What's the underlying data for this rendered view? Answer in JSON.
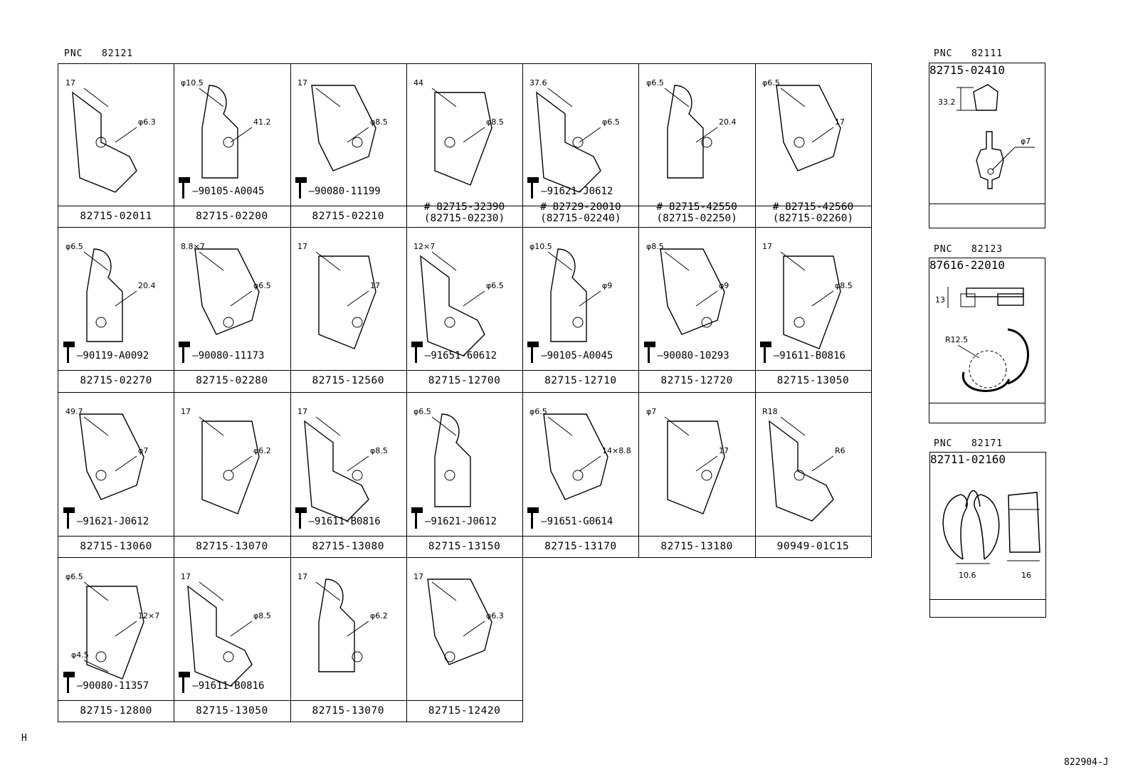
{
  "pnc_main": {
    "prefix": "PNC",
    "code": "82121"
  },
  "pnc_82111": {
    "prefix": "PNC",
    "code": "82111"
  },
  "pnc_82123": {
    "prefix": "PNC",
    "code": "82123"
  },
  "pnc_82171": {
    "prefix": "PNC",
    "code": "82171"
  },
  "rows": [
    [
      {
        "part": "82715-02011",
        "dims": [
          "17",
          "φ6.3"
        ]
      },
      {
        "part": "82715-02200",
        "bolt": "90105-A0045",
        "dims": [
          "φ10.5",
          "41.2"
        ]
      },
      {
        "part": "82715-02210",
        "bolt": "90080-11199",
        "dims": [
          "17",
          "φ8.5"
        ]
      },
      {
        "part": "# 82715-32390",
        "alt": "(82715-02230)",
        "dims": [
          "44",
          "φ8.5"
        ]
      },
      {
        "part": "# 82729-20010",
        "alt": "(82715-02240)",
        "bolt": "91621-J0612",
        "dims": [
          "37.6",
          "φ6.5"
        ]
      },
      {
        "part": "# 82715-42550",
        "alt": "(82715-02250)",
        "dims": [
          "φ6.5",
          "20.4"
        ]
      },
      {
        "part": "# 82715-42560",
        "alt": "(82715-02260)",
        "dims": [
          "φ6.5",
          "17"
        ]
      }
    ],
    [
      {
        "part": "82715-02270",
        "bolt": "90119-A0092",
        "dims": [
          "φ6.5",
          "20.4"
        ]
      },
      {
        "part": "82715-02280",
        "bolt": "90080-11173",
        "dims": [
          "8.8×7",
          "φ6.5"
        ]
      },
      {
        "part": "82715-12560",
        "dims": [
          "17",
          "17"
        ]
      },
      {
        "part": "82715-12700",
        "bolt": "91651-60612",
        "dims": [
          "12×7",
          "φ6.5"
        ]
      },
      {
        "part": "82715-12710",
        "bolt": "90105-A0045",
        "dims": [
          "φ10.5",
          "φ9"
        ]
      },
      {
        "part": "82715-12720",
        "bolt": "90080-10293",
        "dims": [
          "φ8.5",
          "φ9"
        ]
      },
      {
        "part": "82715-13050",
        "bolt": "91611-B0816",
        "dims": [
          "17",
          "φ8.5"
        ]
      }
    ],
    [
      {
        "part": "82715-13060",
        "bolt": "91621-J0612",
        "dims": [
          "49.7",
          "φ7"
        ]
      },
      {
        "part": "82715-13070",
        "dims": [
          "17",
          "φ6.2"
        ]
      },
      {
        "part": "82715-13080",
        "bolt": "91611-B0816",
        "dims": [
          "17",
          "φ8.5"
        ]
      },
      {
        "part": "82715-13150",
        "bolt": "91621-J0612",
        "dims": [
          "φ6.5"
        ]
      },
      {
        "part": "82715-13170",
        "bolt": "91651-G0614",
        "dims": [
          "φ6.5",
          "14×8.8"
        ]
      },
      {
        "part": "82715-13180",
        "dims": [
          "φ7",
          "17"
        ]
      },
      {
        "part": "90949-01C15",
        "dims": [
          "R18",
          "R6"
        ]
      }
    ],
    [
      {
        "part": "82715-12800",
        "bolt": "90080-11357",
        "dims": [
          "φ6.5",
          "12×7",
          "φ4.5"
        ]
      },
      {
        "part": "82715-13050",
        "bolt": "91611-B0816",
        "dims": [
          "17",
          "φ8.5"
        ]
      },
      {
        "part": "82715-13070",
        "dims": [
          "17",
          "φ6.2"
        ]
      },
      {
        "part": "82715-12420",
        "dims": [
          "17",
          "φ6.3"
        ]
      }
    ]
  ],
  "side": {
    "a": {
      "part": "82715-02410",
      "dims": [
        "33.2",
        "φ7"
      ]
    },
    "b": {
      "part": "87616-22010",
      "dims": [
        "13",
        "R12.5"
      ]
    },
    "c": {
      "part": "82711-02160",
      "dims": [
        "10.6",
        "16"
      ]
    }
  },
  "footer": {
    "left": "H",
    "right": "822904-J"
  }
}
